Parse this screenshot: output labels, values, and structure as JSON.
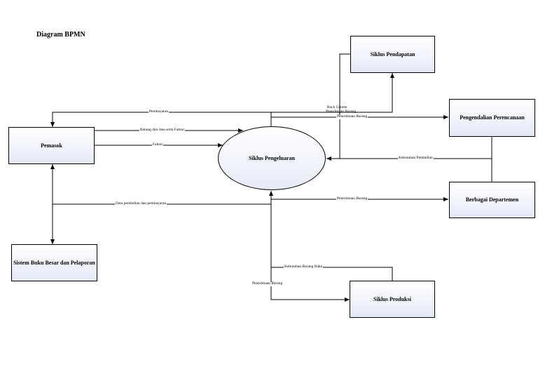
{
  "title": "Diagram BPMN",
  "nodes": {
    "pemasok": "Pemasok",
    "sistem_buku_besar": "Sistem Buku Besar dan Pelaporan",
    "siklus_pengeluaran": "Siklus Pengeluaran",
    "siklus_pendapatan": "Siklus Pendapatan",
    "pengendalian_perencanaan": "Pengendalian Perencanaan",
    "berbagai_departemen": "Berbagai Departemen",
    "siklus_produksi": "Siklus Produksi"
  },
  "flows": {
    "pembayaran": "Pembayaran",
    "barang_jasa_faktur": "Barang dan Jasa serta Faktur",
    "faktur": "Faktur",
    "data_pembelian": "Data pembelian dan pembayaran",
    "back_counts": "Back Counts",
    "penerimaan_barang_1": "Penerimaan Barang",
    "penerimaan_barang_2": "Penerimaan Barang",
    "kebutuhan_pembelian": "Kebutuhan Pembelian",
    "penerimaan_barang_3": "Penerimaan Barang",
    "kebutuhan_barang_baku": "Kebutuhan Barang Baku",
    "penerimaan_barang_4": "Penerimaan Barang"
  }
}
